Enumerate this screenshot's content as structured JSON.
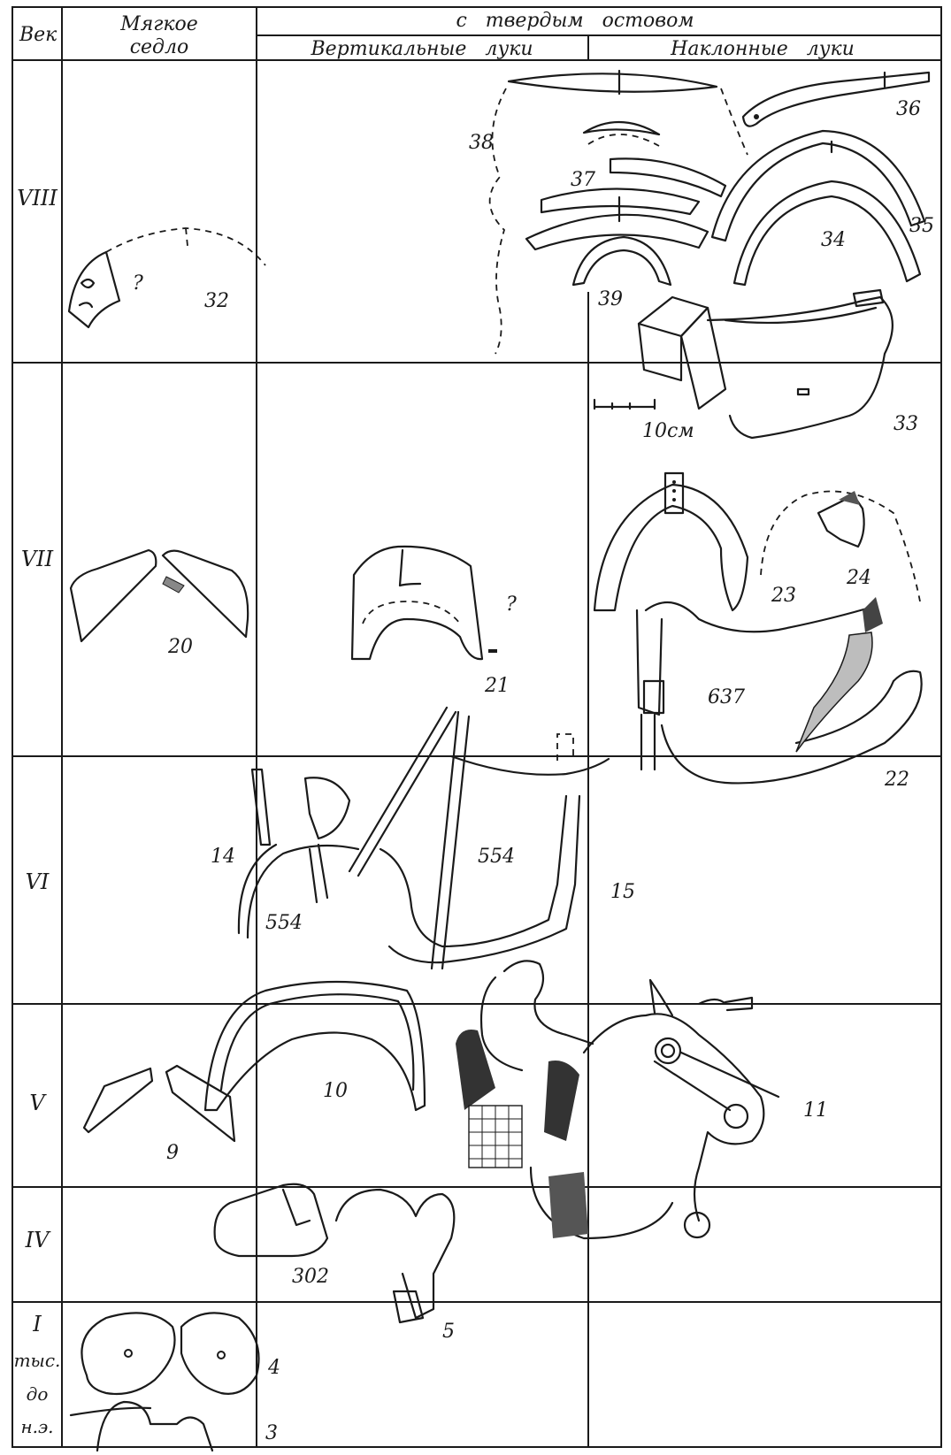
{
  "header": {
    "century": "Век",
    "soft_saddle": [
      "Мягкое",
      "седло"
    ],
    "rigid_frame": "с   твердым   остовом",
    "vertical_bows": "Вертикальные   луки",
    "inclined_bows": "Наклонные   луки"
  },
  "rows": [
    {
      "label": [
        "VIII"
      ]
    },
    {
      "label": [
        "VII"
      ]
    },
    {
      "label": [
        "VI"
      ]
    },
    {
      "label": [
        "V"
      ]
    },
    {
      "label": [
        "IV"
      ]
    },
    {
      "label": [
        "I",
        "тыс.",
        "до",
        "н.э."
      ]
    }
  ],
  "figure_numbers": {
    "f38": "38",
    "f36": "36",
    "f37": "37",
    "f35": "35",
    "f34": "34",
    "f39": "39",
    "f32": "32",
    "f33": "33",
    "f20": "20",
    "f21": "21",
    "f23": "23",
    "f24": "24",
    "f637": "637",
    "f22": "22",
    "f14": "14",
    "f554a": "554",
    "f554b": "554",
    "f15": "15",
    "f10": "10",
    "f11": "11",
    "f9": "9",
    "f302": "302",
    "f5": "5",
    "f4": "4",
    "f3": "3"
  },
  "question_marks": {
    "q32": "?",
    "q21": "?"
  },
  "scale_label": "10см"
}
